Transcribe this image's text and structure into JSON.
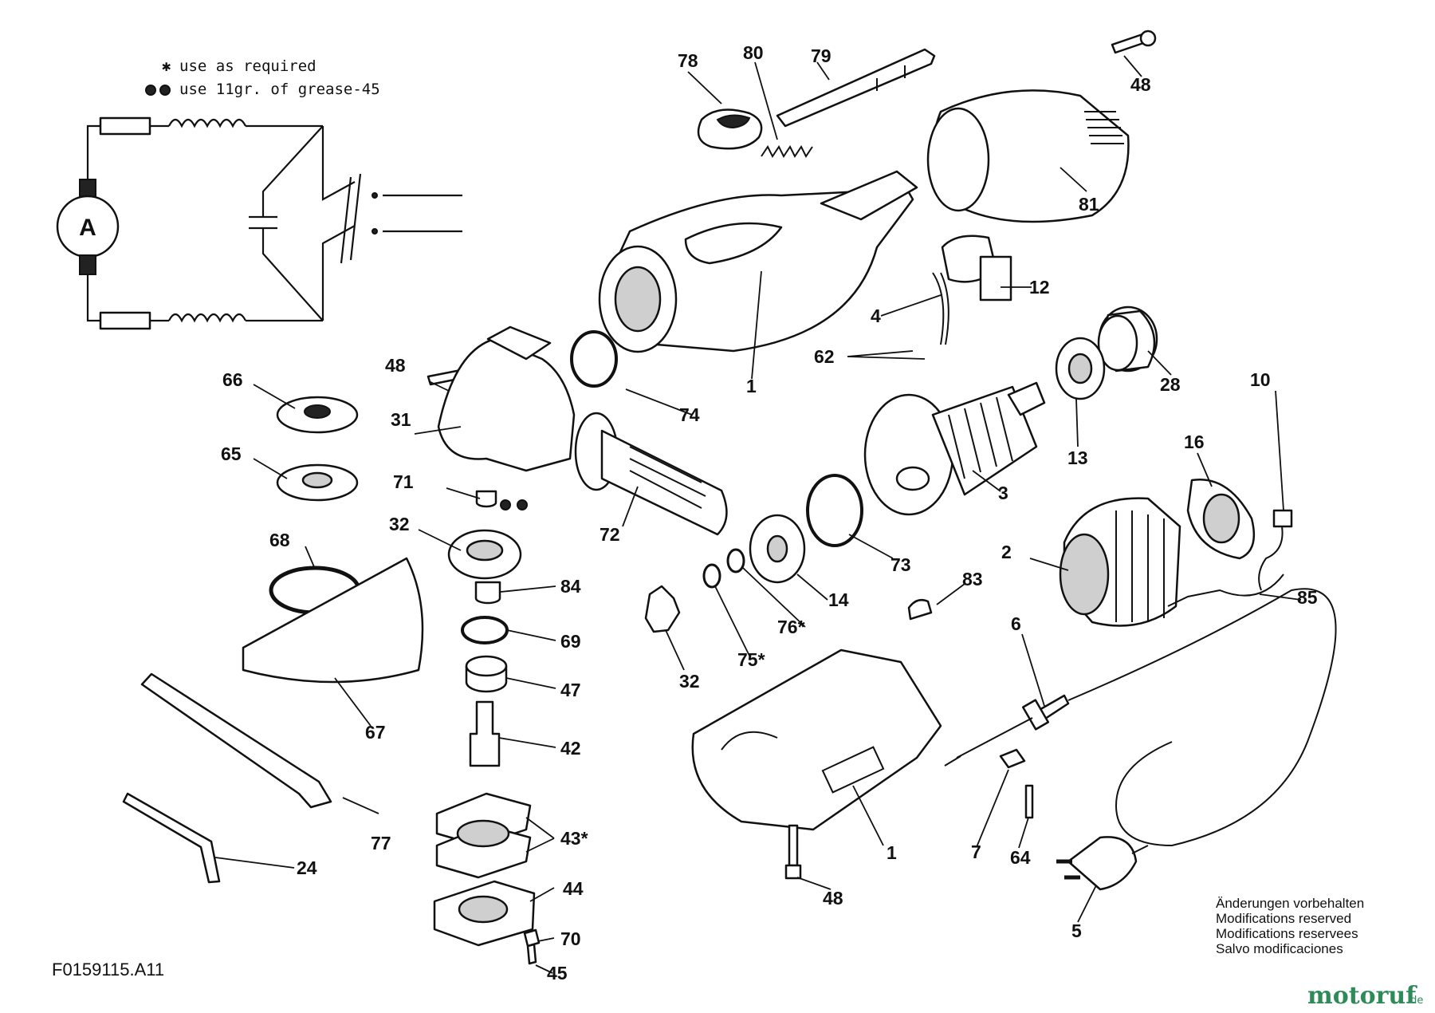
{
  "notes": {
    "use_as_required": "use as required",
    "grease": "use 11gr. of grease-45"
  },
  "schematic": {
    "motor_letter": "A"
  },
  "parts": [
    {
      "id": "p78",
      "label": "78"
    },
    {
      "id": "p80",
      "label": "80"
    },
    {
      "id": "p79",
      "label": "79"
    },
    {
      "id": "p48a",
      "label": "48"
    },
    {
      "id": "p81",
      "label": "81"
    },
    {
      "id": "p12",
      "label": "12"
    },
    {
      "id": "p4",
      "label": "4"
    },
    {
      "id": "p62",
      "label": "62"
    },
    {
      "id": "p1a",
      "label": "1"
    },
    {
      "id": "p28",
      "label": "28"
    },
    {
      "id": "p10",
      "label": "10"
    },
    {
      "id": "p13",
      "label": "13"
    },
    {
      "id": "p16",
      "label": "16"
    },
    {
      "id": "p3",
      "label": "3"
    },
    {
      "id": "p48b",
      "label": "48"
    },
    {
      "id": "p74",
      "label": "74"
    },
    {
      "id": "p66",
      "label": "66"
    },
    {
      "id": "p31",
      "label": "31"
    },
    {
      "id": "p65",
      "label": "65"
    },
    {
      "id": "p71",
      "label": "71"
    },
    {
      "id": "p72",
      "label": "72"
    },
    {
      "id": "p73",
      "label": "73"
    },
    {
      "id": "p2",
      "label": "2"
    },
    {
      "id": "p32a",
      "label": "32"
    },
    {
      "id": "p68",
      "label": "68"
    },
    {
      "id": "p84",
      "label": "84"
    },
    {
      "id": "p14",
      "label": "14"
    },
    {
      "id": "p83",
      "label": "83"
    },
    {
      "id": "p85",
      "label": "85"
    },
    {
      "id": "p69",
      "label": "69"
    },
    {
      "id": "p76",
      "label": "76*"
    },
    {
      "id": "p6",
      "label": "6"
    },
    {
      "id": "p47",
      "label": "47"
    },
    {
      "id": "p75",
      "label": "75*"
    },
    {
      "id": "p32b",
      "label": "32"
    },
    {
      "id": "p67",
      "label": "67"
    },
    {
      "id": "p42",
      "label": "42"
    },
    {
      "id": "p43",
      "label": "43*"
    },
    {
      "id": "p77",
      "label": "77"
    },
    {
      "id": "p24",
      "label": "24"
    },
    {
      "id": "p1b",
      "label": "1"
    },
    {
      "id": "p7",
      "label": "7"
    },
    {
      "id": "p64",
      "label": "64"
    },
    {
      "id": "p44",
      "label": "44"
    },
    {
      "id": "p48c",
      "label": "48"
    },
    {
      "id": "p70",
      "label": "70"
    },
    {
      "id": "p45",
      "label": "45"
    },
    {
      "id": "p5",
      "label": "5"
    }
  ],
  "modifications": [
    "Änderungen vorbehalten",
    "Modifications reserved",
    "Modifications reservees",
    "Salvo modificaciones"
  ],
  "figure_code": "F0159115.A11",
  "logo": {
    "main": "motoruf",
    "suffix": ".de"
  }
}
